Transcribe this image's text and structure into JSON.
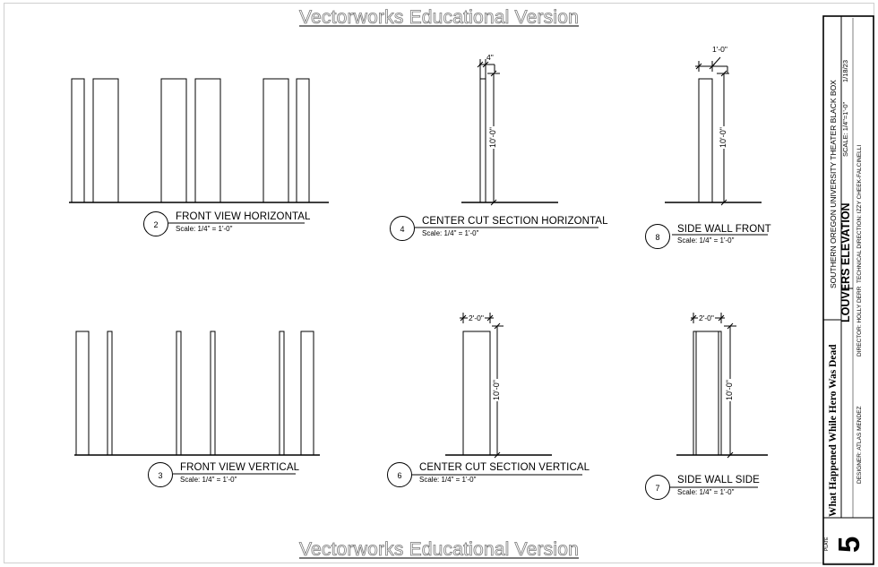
{
  "watermark": "Vectorworks Educational Version",
  "views": {
    "v2": {
      "number": "2",
      "title": "FRONT VIEW HORIZONTAL",
      "scale": "Scale: 1/4\" = 1'-0\""
    },
    "v4": {
      "number": "4",
      "title": "CENTER CUT SECTION HORIZONTAL",
      "scale": "Scale: 1/4\" = 1'-0\"",
      "dim_width": "4\"",
      "dim_height": "10'-0\""
    },
    "v8": {
      "number": "8",
      "title": "SIDE WALL FRONT",
      "scale": "Scale: 1/4\" = 1'-0\"",
      "dim_width": "1'-0\"",
      "dim_height": "10'-0\""
    },
    "v3": {
      "number": "3",
      "title": "FRONT VIEW VERTICAL",
      "scale": "Scale: 1/4\" = 1'-0\""
    },
    "v6": {
      "number": "6",
      "title": "CENTER CUT SECTION VERTICAL",
      "scale": "Scale: 1/4\" = 1'-0\"",
      "dim_width": "2'-0\"",
      "dim_height": "10'-0\""
    },
    "v7": {
      "number": "7",
      "title": "SIDE WALL SIDE",
      "scale": "Scale: 1/4\" = 1'-0\"",
      "dim_width": "2'-0\"",
      "dim_height": "10'-0\""
    }
  },
  "title_block": {
    "venue": "SOUTHERN OREGON UNIVERSITY THEATER BLACK BOX",
    "show": "What Happened While Hero Was Dead",
    "drawing_title": "LOUVERS ELEVATION",
    "scale": "SCALE: 1/4\"=1'-0\"",
    "date": "1/18/23",
    "director": "DIRECTOR: HOLLY DERR",
    "technical_direction": "TECHNICAL DIRECTION: IZZY CHEEK-FALCINELLI",
    "designer": "DESIGNER: ATLAS MENDEZ",
    "plate_label": "PLATE",
    "plate_number": "5"
  }
}
